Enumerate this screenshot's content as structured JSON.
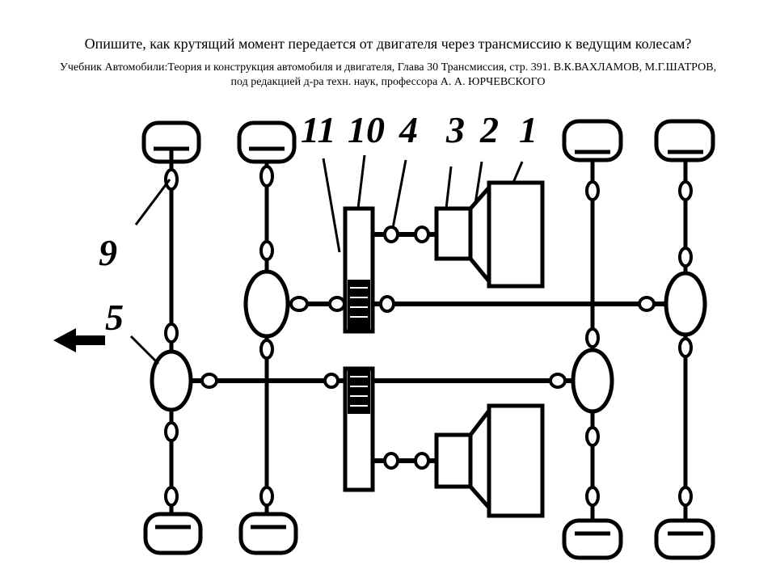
{
  "slide": {
    "title": "Опишите, как крутящий момент передается от двигателя через трансмиссию к ведущим колесам?",
    "subtitle_line1": "Учебник Автомобили:Теория и конструкция автомобиля и двигателя, Глава 30 Трансмиссия, стр. 391.  В.К.ВАХЛАМОВ, М.Г.ШАТРОВ,",
    "subtitle_line2": "под редакцией  д-ра техн. наук, профессора А. А. ЮРЧЕВСКОГО"
  },
  "diagram": {
    "labels": {
      "n11": "11",
      "n10": "10",
      "n4": "4",
      "n3": "3",
      "n2": "2",
      "n1": "1",
      "n9": "9",
      "n5": "5"
    }
  }
}
